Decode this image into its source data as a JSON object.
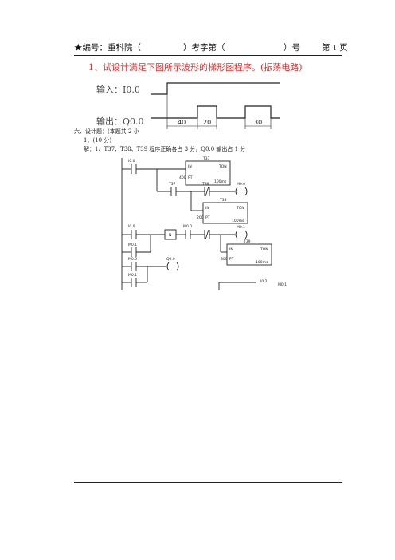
{
  "header": {
    "star_text": "★编号：重科院（",
    "close_text": "）考字第（",
    "hao_text": "）号",
    "page_prefix": "第",
    "page_num": "1",
    "page_suffix": "页"
  },
  "question": "1、试设计满足下图所示波形的梯形图程序。(振荡电路)",
  "waveform": {
    "input_label": "输入：I0.0",
    "output_label": "输出：Q0.0",
    "durations": [
      "40",
      "20",
      "30"
    ]
  },
  "answer": {
    "section": "六、设计题：(本题共 2 小",
    "subq": "1、(10 分)",
    "solution": "解：1、T37、T38、T39 程序正确各占 3 分，Q0.0 输出占 1 分"
  },
  "ladder": {
    "contacts": {
      "i00_a": "I0.0",
      "t37": "T37",
      "t38": "T38",
      "i00_b": "I0.0",
      "m01_a": "M0.1",
      "m00": "M0.0",
      "m01_b": "M0.1"
    },
    "coils": {
      "m00": "M0.0",
      "m01": "M0.1",
      "q00": "Q0.0"
    },
    "timers": [
      {
        "name": "T37",
        "type": "TON",
        "in": "IN",
        "pt_val": "400",
        "pt": "PT",
        "base": "100ms"
      },
      {
        "name": "T38",
        "type": "TON",
        "in": "IN",
        "pt_val": "200",
        "pt": "PT",
        "base": "100ms"
      },
      {
        "name": "T39",
        "type": "TON",
        "in": "IN",
        "pt_val": "300",
        "pt": "PT",
        "base": "100ms"
      }
    ],
    "n_label": "N",
    "tail_left": "I0.2",
    "tail_right": "M0.1"
  }
}
